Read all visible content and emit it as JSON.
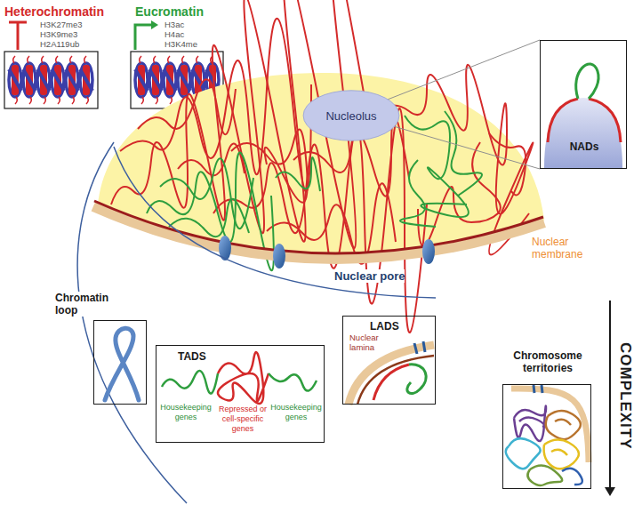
{
  "diagram": {
    "nodes": [
      {
        "text": [
          "Heterochromatin",
          "H3K27me3 H3K9me3 H2A119ub"
        ]
      },
      {
        "text": [
          "Eucromatin",
          "H3ac H4ac H3K4me"
        ]
      },
      {
        "text": [
          "Nucleolus"
        ]
      },
      {
        "text": [
          "NADs"
        ]
      },
      {
        "text": [
          "Chromatin loop"
        ]
      },
      {
        "text": [
          "TADS",
          "Housekeeping genes",
          "Repressed or cell-specific genes",
          "Housekeeping genes"
        ]
      },
      {
        "text": [
          "LADS",
          "Nuclear lamina"
        ]
      },
      {
        "text": [
          "Chromosome territories"
        ]
      }
    ],
    "edges": [
      {
        "from": 2,
        "to": 3,
        "arrow": "none"
      }
    ],
    "labels": [
      "Nuclear membrane",
      "Nuclear pore",
      "COMPLEXITY"
    ]
  }
}
